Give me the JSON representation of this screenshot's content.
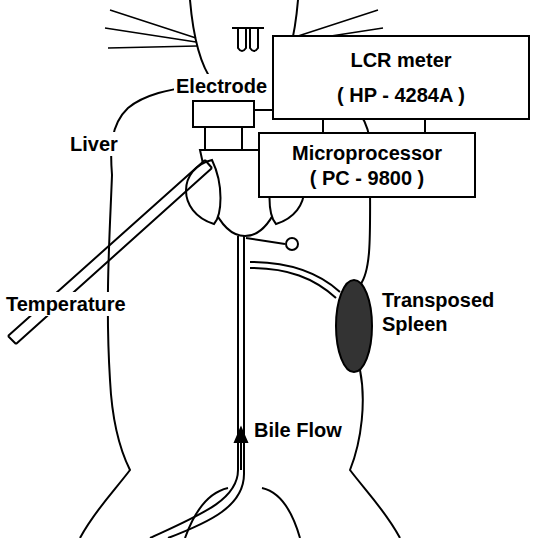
{
  "diagram": {
    "nodes": [
      {
        "text": [
          "Electrode"
        ]
      },
      {
        "text": [
          "LCR meter",
          "( HP - 4284A )"
        ]
      },
      {
        "text": [
          "Microprocessor",
          "( PC - 9800 )"
        ]
      }
    ],
    "edges": [
      {
        "from": 0,
        "to": 1,
        "arrow": "none"
      },
      {
        "from": 1,
        "to": 2,
        "arrow": "none"
      },
      {
        "from": 1,
        "to": 2,
        "arrow": "none"
      }
    ],
    "labels": [
      "Liver",
      "Temperature",
      "Transposed Spleen",
      "Bile Flow"
    ]
  }
}
